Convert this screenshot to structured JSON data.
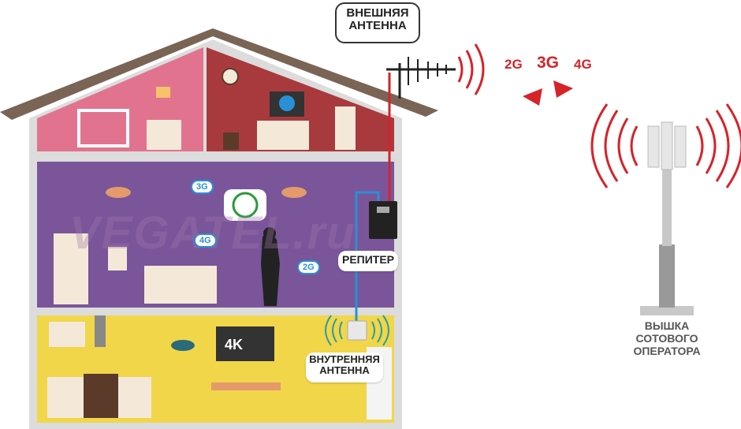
{
  "labels": {
    "outdoor_antenna": [
      "ВНЕШНЯЯ",
      "АНТЕННА"
    ],
    "repeater": "РЕПИТЕР",
    "indoor_antenna": [
      "ВНУТРЕННЯЯ",
      "АНТЕННА"
    ],
    "tower": [
      "ВЫШКА",
      "СОТОВОГО",
      "ОПЕРАТОРА"
    ]
  },
  "networks": [
    "2G",
    "3G",
    "4G"
  ],
  "room_badges": {
    "cloud_3g": "3G",
    "cloud_4g": "4G",
    "cloud_2g": "2G",
    "tv": "4K"
  },
  "watermark": "VEGATEL.ru",
  "colors": {
    "roof": "#7a6455",
    "wall": "#dcdcdc",
    "attic_left": "#e2738f",
    "attic_right": "#a83a3e",
    "middle_floor": "#7a559a",
    "ground_floor": "#f1d64a",
    "signal_red": "#d6232a",
    "cable_blue": "#2a8fd6",
    "signal_teal": "#2a9da0"
  }
}
